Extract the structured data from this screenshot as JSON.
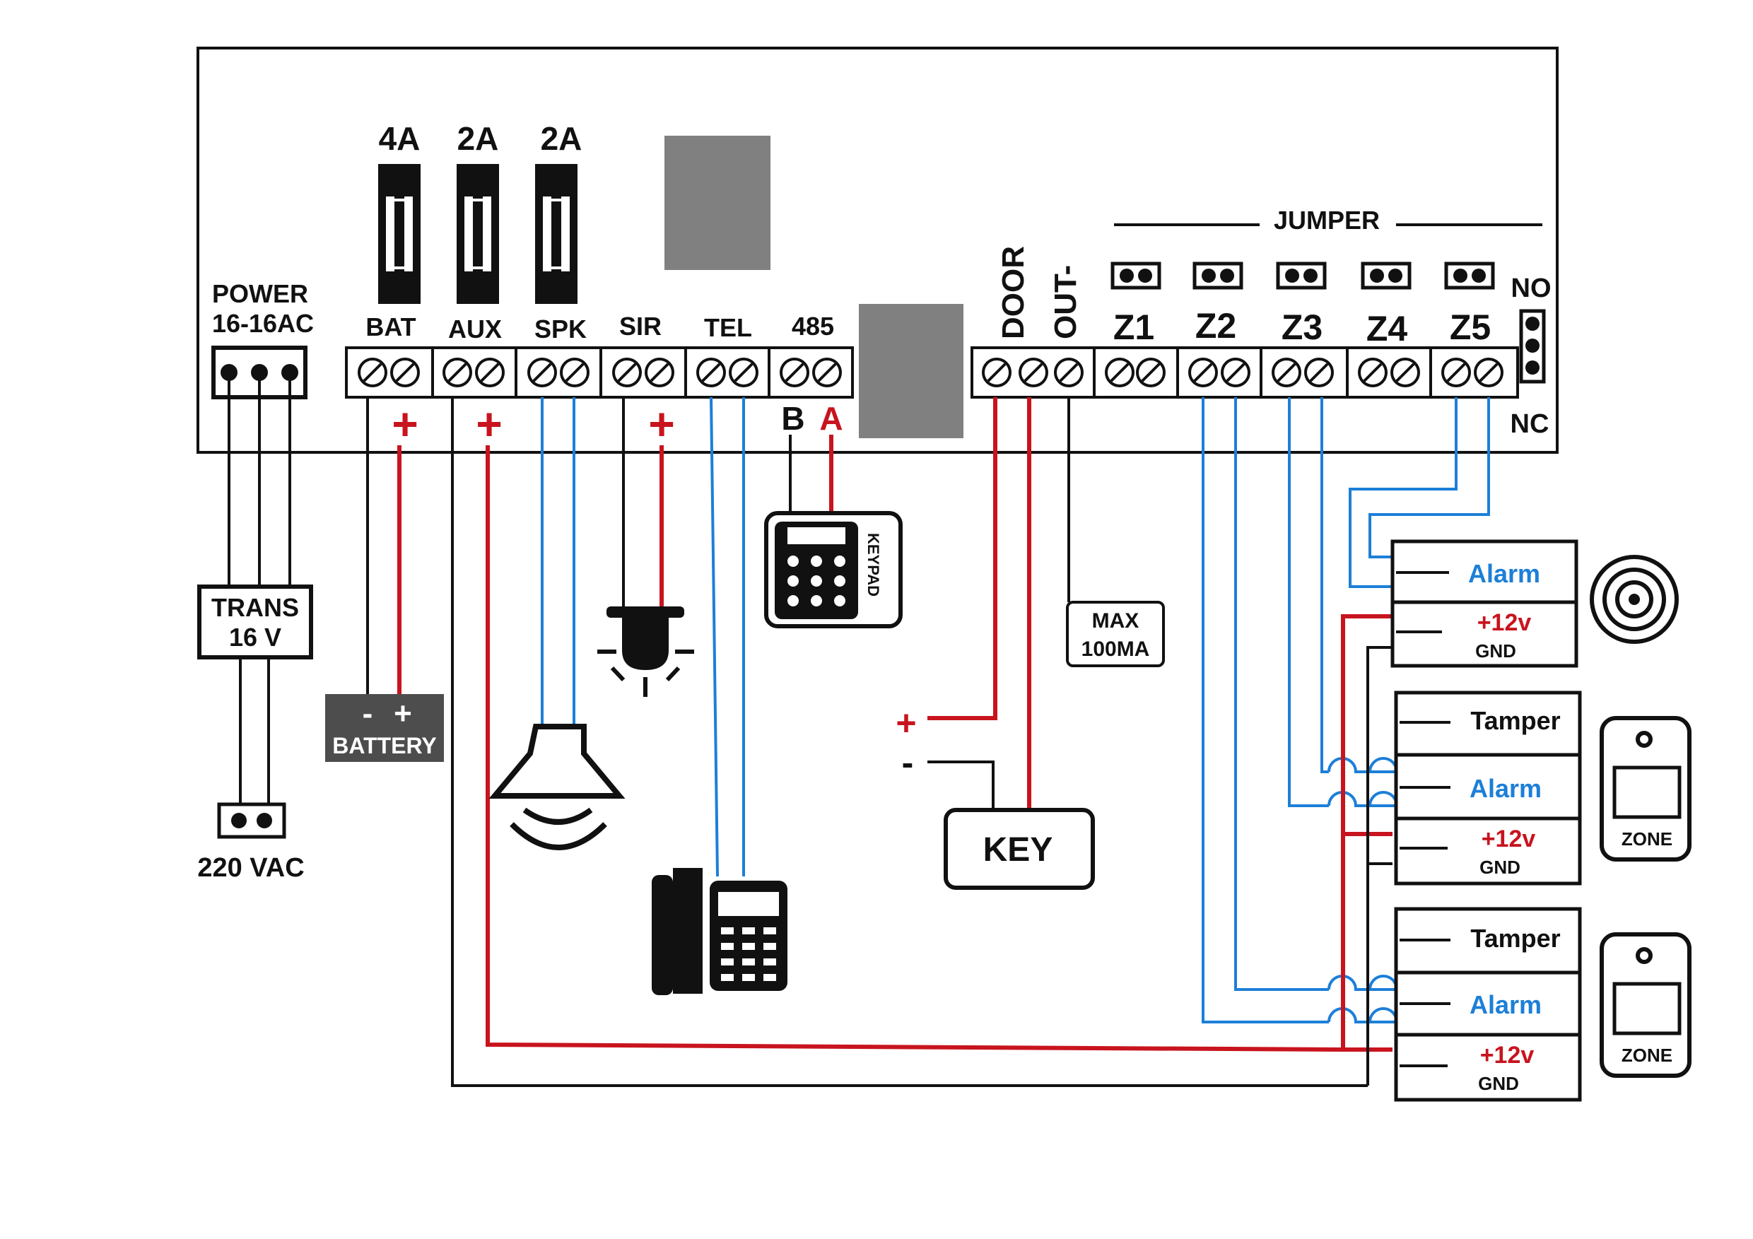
{
  "colors": {
    "black": "#111111",
    "red": "#c8141e",
    "blue": "#1c7fd8",
    "gray": "#808080",
    "dark_gray": "#4d4d4d"
  },
  "fuses": {
    "bat": "4A",
    "aux": "2A",
    "spk": "2A"
  },
  "power": {
    "title": "POWER",
    "rating": "16-16AC"
  },
  "terminals": {
    "bat": "BAT",
    "aux": "AUX",
    "spk": "SPK",
    "sir": "SIR",
    "tel": "TEL",
    "rs485": "485",
    "door": "DOOR",
    "out": "OUT-",
    "z1": "Z1",
    "z2": "Z2",
    "z3": "Z3",
    "z4": "Z4",
    "z5": "Z5"
  },
  "jumper": {
    "label": "JUMPER",
    "no": "NO",
    "nc": "NC"
  },
  "polarity": {
    "plus": "+",
    "minus": "-",
    "b": "B",
    "a": "A"
  },
  "transformer": {
    "line1": "TRANS",
    "line2": "16 V"
  },
  "mains": "220 VAC",
  "battery": {
    "minus": "-",
    "plus": "+",
    "label": "BATTERY"
  },
  "keypad": "KEYPAD",
  "out_limit": {
    "line1": "MAX",
    "line2": "100MA"
  },
  "key": "KEY",
  "siren_module": {
    "alarm": "Alarm",
    "power": "+12v",
    "gnd": "GND"
  },
  "zone_module_1": {
    "tamper": "Tamper",
    "alarm": "Alarm",
    "power": "+12v",
    "gnd": "GND",
    "device": "ZONE"
  },
  "zone_module_2": {
    "tamper": "Tamper",
    "alarm": "Alarm",
    "power": "+12v",
    "gnd": "GND",
    "device": "ZONE"
  }
}
